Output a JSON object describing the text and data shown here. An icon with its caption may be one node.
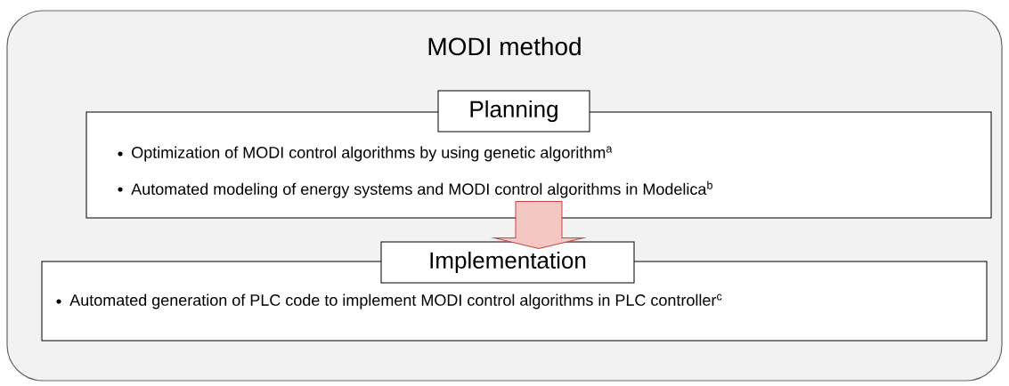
{
  "diagram": {
    "nodes": [
      {
        "text": [
          "MODI method"
        ]
      },
      {
        "text": [
          "Planning",
          "Optimization of MODI control algorithms by using genetic algorithm$^{a}$",
          "Automated modeling of energy systems and MODI control algorithms in Modelica$^{b}$"
        ],
        "in": 0
      },
      {
        "text": [
          "Implementation",
          "Automated generation of PLC code to implement MODI control algorithms in PLC controller$^{c}$"
        ],
        "in": 0
      }
    ],
    "edges": [
      {
        "from": 1,
        "to": 2,
        "arrow": "to"
      }
    ]
  }
}
